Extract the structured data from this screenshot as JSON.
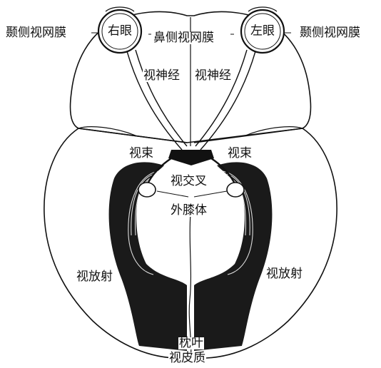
{
  "labels": {
    "right_eye": "右眼",
    "left_eye": "左眼",
    "temporal_retina_left_side": "颞侧视网膜",
    "temporal_retina_right_side": "颞侧视网膜",
    "nasal_retina": "鼻侧视网膜",
    "optic_nerve_right": "视神经",
    "optic_nerve_left": "视神经",
    "optic_tract_right": "视束",
    "optic_tract_left": "视束",
    "optic_chiasm": "视交叉",
    "lateral_geniculate": "外膝体",
    "optic_radiation_right": "视放射",
    "optic_radiation_left": "视放射",
    "occipital_lobe": "枕叶",
    "visual_cortex": "视皮质"
  },
  "colors": {
    "ink": "#111111",
    "paper": "#ffffff",
    "cortex_fill": "#1a1a1a"
  }
}
